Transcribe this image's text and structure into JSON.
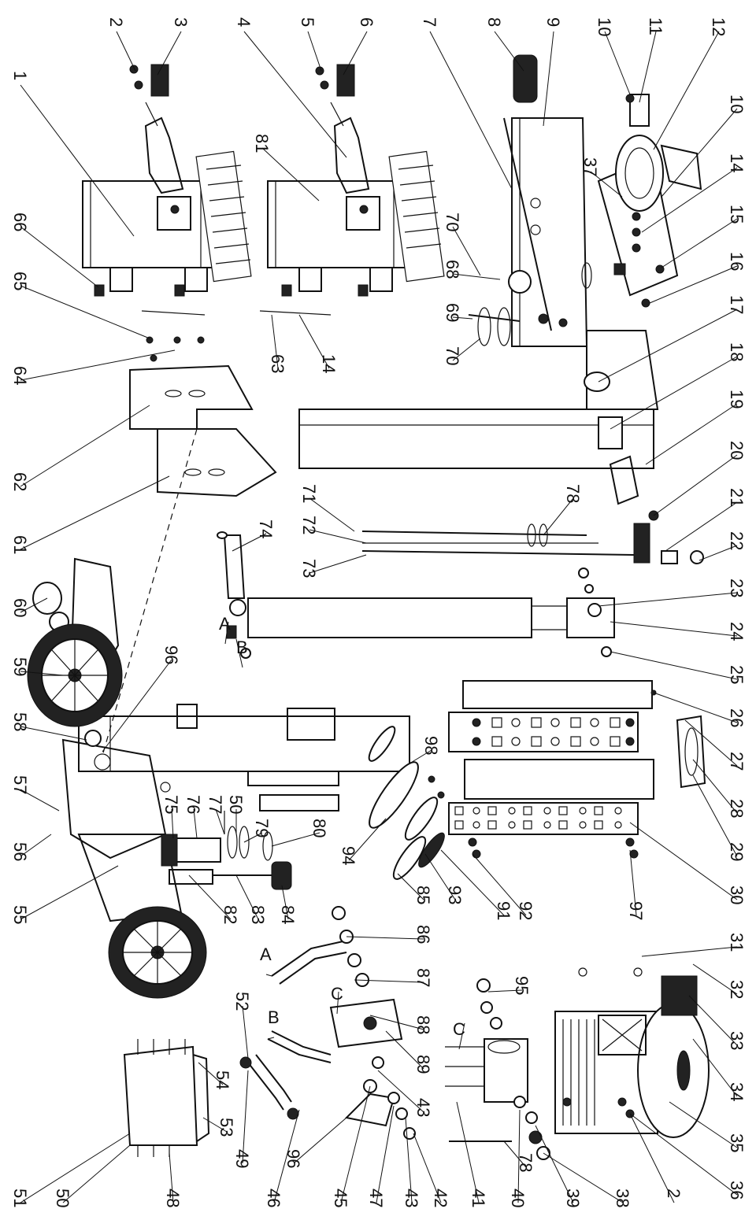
{
  "callouts": [
    {
      "id": "c1",
      "label": "1"
    },
    {
      "id": "c2",
      "label": "2"
    },
    {
      "id": "c3",
      "label": "3"
    },
    {
      "id": "c4",
      "label": "4"
    },
    {
      "id": "c5",
      "label": "5"
    },
    {
      "id": "c6",
      "label": "6"
    },
    {
      "id": "c7",
      "label": "7"
    },
    {
      "id": "c8",
      "label": "8"
    },
    {
      "id": "c9",
      "label": "9"
    },
    {
      "id": "c10",
      "label": "10"
    },
    {
      "id": "c11",
      "label": "11"
    },
    {
      "id": "c12",
      "label": "12"
    },
    {
      "id": "c10b",
      "label": "10"
    },
    {
      "id": "c14",
      "label": "14"
    },
    {
      "id": "c15",
      "label": "15"
    },
    {
      "id": "c16",
      "label": "16"
    },
    {
      "id": "c17",
      "label": "17"
    },
    {
      "id": "c18",
      "label": "18"
    },
    {
      "id": "c19",
      "label": "19"
    },
    {
      "id": "c20",
      "label": "20"
    },
    {
      "id": "c21",
      "label": "21"
    },
    {
      "id": "c22",
      "label": "22"
    },
    {
      "id": "c23",
      "label": "23"
    },
    {
      "id": "c24",
      "label": "24"
    },
    {
      "id": "c25",
      "label": "25"
    },
    {
      "id": "c26",
      "label": "26"
    },
    {
      "id": "c27",
      "label": "27"
    },
    {
      "id": "c28",
      "label": "28"
    },
    {
      "id": "c29",
      "label": "29"
    },
    {
      "id": "c30",
      "label": "30"
    },
    {
      "id": "c31",
      "label": "31"
    },
    {
      "id": "c32",
      "label": "32"
    },
    {
      "id": "c33",
      "label": "33"
    },
    {
      "id": "c34",
      "label": "34"
    },
    {
      "id": "c35",
      "label": "35"
    },
    {
      "id": "c36",
      "label": "36"
    },
    {
      "id": "c37",
      "label": "37"
    },
    {
      "id": "c66",
      "label": "66"
    },
    {
      "id": "c65",
      "label": "65"
    },
    {
      "id": "c64",
      "label": "64"
    },
    {
      "id": "c62",
      "label": "62"
    },
    {
      "id": "c61",
      "label": "61"
    },
    {
      "id": "c60",
      "label": "60"
    },
    {
      "id": "c59",
      "label": "59"
    },
    {
      "id": "c58",
      "label": "58"
    },
    {
      "id": "c57",
      "label": "57"
    },
    {
      "id": "c56",
      "label": "56"
    },
    {
      "id": "c55",
      "label": "55"
    },
    {
      "id": "c51",
      "label": "51"
    },
    {
      "id": "c81",
      "label": "81"
    },
    {
      "id": "c63",
      "label": "63"
    },
    {
      "id": "c14b",
      "label": "14"
    },
    {
      "id": "c70",
      "label": "70"
    },
    {
      "id": "c68",
      "label": "68"
    },
    {
      "id": "c69",
      "label": "69"
    },
    {
      "id": "c70b",
      "label": "70"
    },
    {
      "id": "c71",
      "label": "71"
    },
    {
      "id": "c72",
      "label": "72"
    },
    {
      "id": "c73",
      "label": "73"
    },
    {
      "id": "c78",
      "label": "78"
    },
    {
      "id": "c74",
      "label": "74"
    },
    {
      "id": "cA1",
      "label": "A"
    },
    {
      "id": "cB1",
      "label": "B"
    },
    {
      "id": "c96",
      "label": "96"
    },
    {
      "id": "c98",
      "label": "98"
    },
    {
      "id": "c75",
      "label": "75"
    },
    {
      "id": "c76",
      "label": "76"
    },
    {
      "id": "c77",
      "label": "77"
    },
    {
      "id": "c50b",
      "label": "50"
    },
    {
      "id": "c79",
      "label": "79"
    },
    {
      "id": "c80",
      "label": "80"
    },
    {
      "id": "c94",
      "label": "94"
    },
    {
      "id": "c82",
      "label": "82"
    },
    {
      "id": "c83",
      "label": "83"
    },
    {
      "id": "c84",
      "label": "84"
    },
    {
      "id": "c85",
      "label": "85"
    },
    {
      "id": "c86",
      "label": "86"
    },
    {
      "id": "c87",
      "label": "87"
    },
    {
      "id": "c88",
      "label": "88"
    },
    {
      "id": "c89",
      "label": "89"
    },
    {
      "id": "c43",
      "label": "43"
    },
    {
      "id": "c91",
      "label": "91"
    },
    {
      "id": "c92",
      "label": "92"
    },
    {
      "id": "c93",
      "label": "93"
    },
    {
      "id": "c97",
      "label": "97"
    },
    {
      "id": "cA2",
      "label": "A"
    },
    {
      "id": "cB2",
      "label": "B"
    },
    {
      "id": "cC1",
      "label": "C"
    },
    {
      "id": "cC2",
      "label": "C"
    },
    {
      "id": "c95",
      "label": "95"
    },
    {
      "id": "c52",
      "label": "52"
    },
    {
      "id": "c54",
      "label": "54"
    },
    {
      "id": "c53",
      "label": "53"
    },
    {
      "id": "c50",
      "label": "50"
    },
    {
      "id": "c48",
      "label": "48"
    },
    {
      "id": "c49",
      "label": "49"
    },
    {
      "id": "c96b",
      "label": "96"
    },
    {
      "id": "c46",
      "label": "46"
    },
    {
      "id": "c45",
      "label": "45"
    },
    {
      "id": "c47",
      "label": "47"
    },
    {
      "id": "c43b",
      "label": "43"
    },
    {
      "id": "c42",
      "label": "42"
    },
    {
      "id": "c41",
      "label": "41"
    },
    {
      "id": "c40",
      "label": "40"
    },
    {
      "id": "c78b",
      "label": "78"
    },
    {
      "id": "c39",
      "label": "39"
    },
    {
      "id": "c38",
      "label": "38"
    },
    {
      "id": "c2b",
      "label": "2"
    }
  ]
}
